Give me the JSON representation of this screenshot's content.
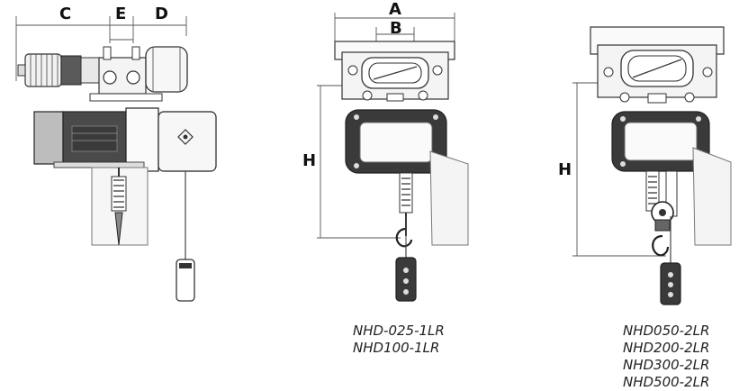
{
  "dimensions": {
    "side_view": {
      "c": "C",
      "e": "E",
      "d": "D"
    },
    "single_fall_view": {
      "a": "A",
      "b": "B",
      "h": "H"
    },
    "double_fall_view": {
      "h": "H"
    }
  },
  "captions": {
    "single_fall": [
      "NHD-025-1LR",
      "NHD100-1LR"
    ],
    "double_fall": [
      "NHD050-2LR",
      "NHD200-2LR",
      "NHD300-2LR",
      "NHD500-2LR"
    ]
  }
}
